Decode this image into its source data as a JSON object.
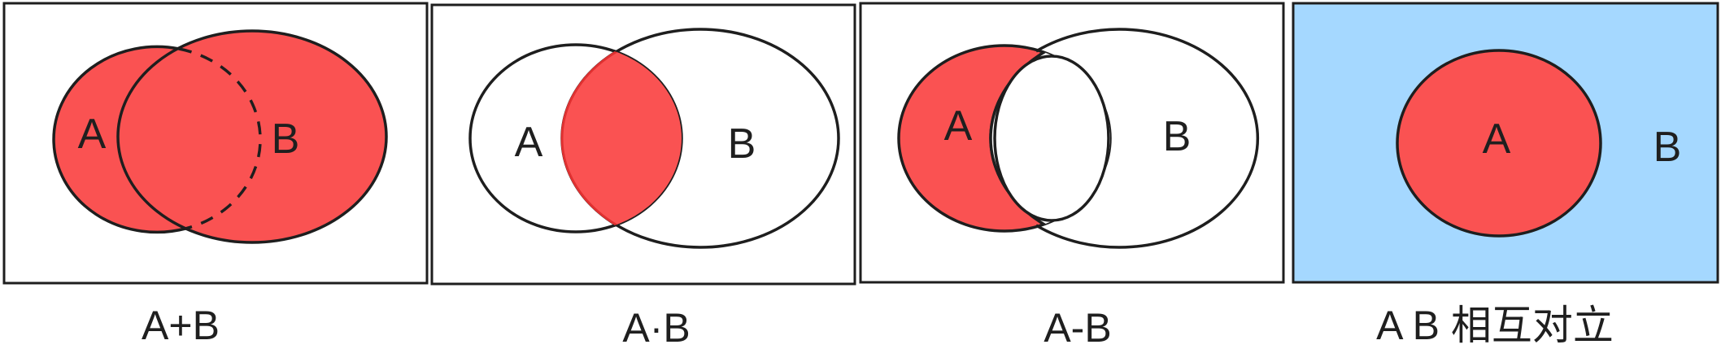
{
  "colors": {
    "fill_red": "#fa5252",
    "fill_blue": "#a5d8ff",
    "stroke": "#1e1e1e",
    "background": "#ffffff"
  },
  "panels": [
    {
      "id": "union",
      "labels": {
        "a": "A",
        "b": "B"
      },
      "caption": "A+B"
    },
    {
      "id": "intersection",
      "labels": {
        "a": "A",
        "b": "B"
      },
      "caption": "A·B"
    },
    {
      "id": "difference",
      "labels": {
        "a": "A",
        "b": "B"
      },
      "caption": "A-B"
    },
    {
      "id": "complement",
      "labels": {
        "a": "A",
        "b": "B"
      },
      "caption": "A B 相互对立"
    }
  ]
}
